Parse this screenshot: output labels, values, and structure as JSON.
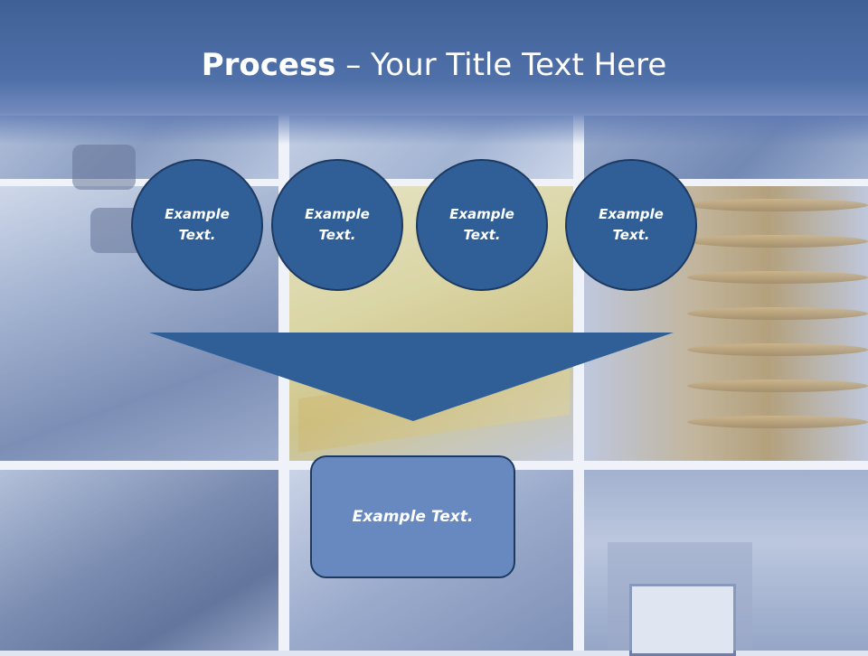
{
  "slide": {
    "title_bold": "Process",
    "title_rest": " – Your Title Text Here"
  },
  "circles": [
    {
      "line1": "Example",
      "line2": "Text."
    },
    {
      "line1": "Example",
      "line2": "Text."
    },
    {
      "line1": "Example",
      "line2": "Text."
    },
    {
      "line1": "Example",
      "line2": "Text."
    }
  ],
  "result": {
    "text": "Example Text."
  },
  "colors": {
    "header": "#4f70a8",
    "circle_fill": "#2f5f96",
    "funnel_fill": "#2f5f96",
    "result_fill": "#6889c0",
    "outline": "#1d3a62"
  }
}
